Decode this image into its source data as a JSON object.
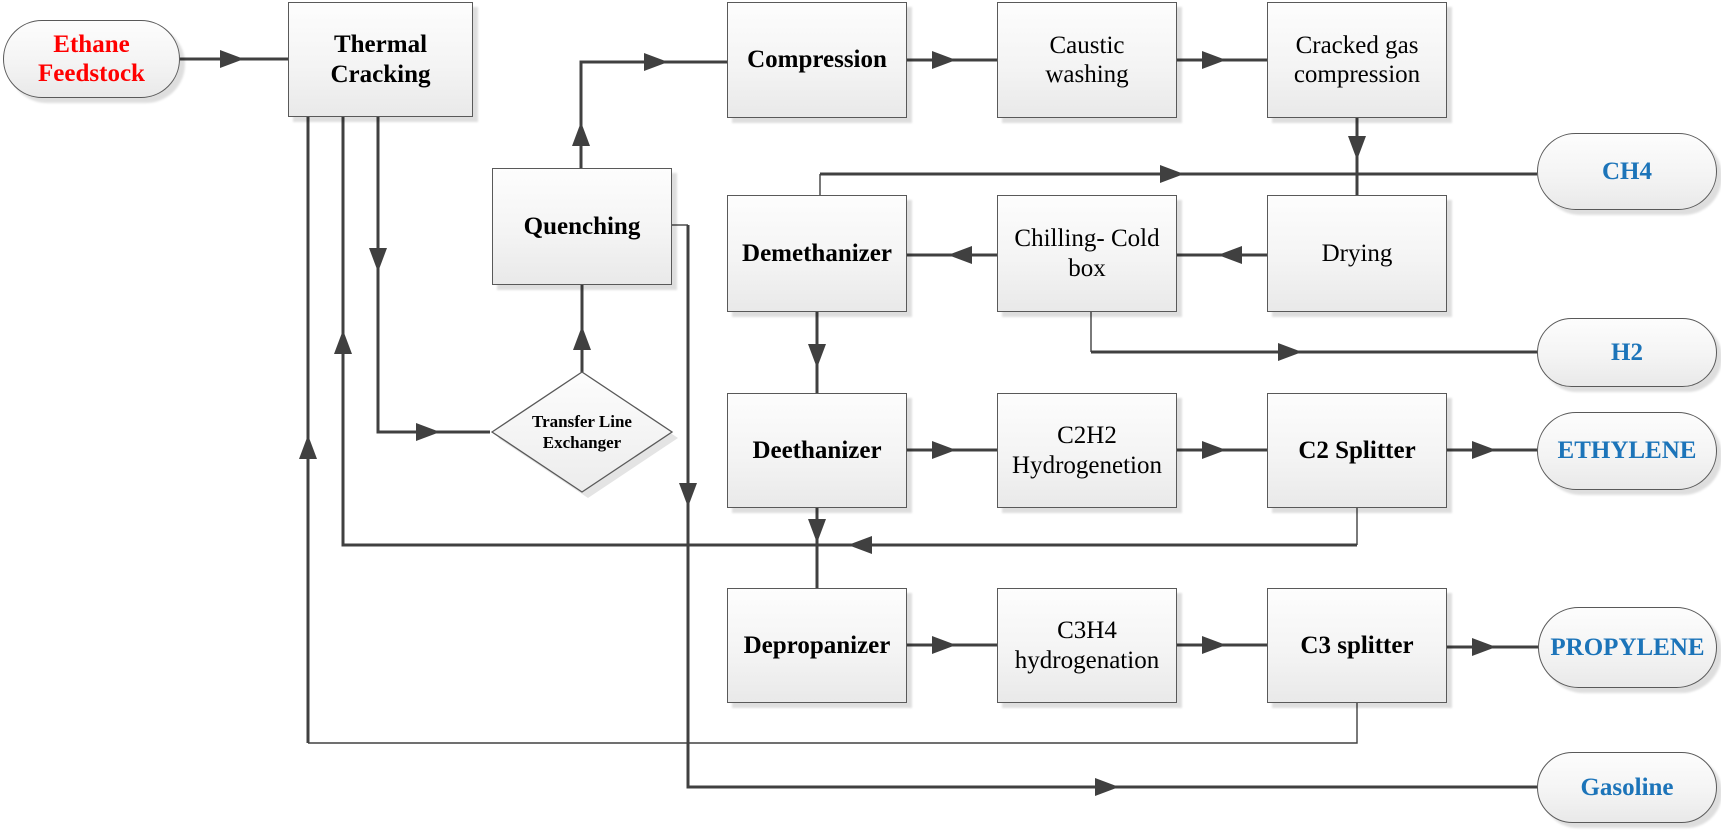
{
  "colors": {
    "line": "#404040",
    "box_border": "#595959",
    "label": "#000000",
    "feed_text": "#FF0000",
    "product_text": "#1C74B9"
  },
  "diagram": {
    "nodes": {
      "ethane_feedstock": {
        "label": "Ethane Feedstock",
        "shape": "terminator"
      },
      "thermal_cracking": {
        "label": "Thermal Cracking",
        "shape": "process"
      },
      "compression": {
        "label": "Compression",
        "shape": "process"
      },
      "caustic_washing": {
        "label": "Caustic washing",
        "shape": "process"
      },
      "cracked_gas_compression": {
        "label": "Cracked gas compression",
        "shape": "process"
      },
      "quenching": {
        "label": "Quenching",
        "shape": "process"
      },
      "demethanizer": {
        "label": "Demethanizer",
        "shape": "process"
      },
      "chilling_cold_box": {
        "label": "Chilling- Cold box",
        "shape": "process"
      },
      "drying": {
        "label": "Drying",
        "shape": "process"
      },
      "deethanizer": {
        "label": "Deethanizer",
        "shape": "process"
      },
      "c2h2_hydrogenation": {
        "label": "C2H2 Hydrogenetion",
        "shape": "process"
      },
      "c2_splitter": {
        "label": "C2 Splitter",
        "shape": "process"
      },
      "depropanizer": {
        "label": "Depropanizer",
        "shape": "process"
      },
      "c3h4_hydrogenation": {
        "label": "C3H4 hydrogenation",
        "shape": "process"
      },
      "c3_splitter": {
        "label": "C3 splitter",
        "shape": "process"
      },
      "transfer_line_exchanger": {
        "label": "Transfer Line Exchanger",
        "shape": "decision"
      },
      "ch4": {
        "label": "CH4",
        "shape": "terminator"
      },
      "h2": {
        "label": "H2",
        "shape": "terminator"
      },
      "ethylene": {
        "label": "ETHYLENE",
        "shape": "terminator"
      },
      "propylene": {
        "label": "PROPYLENE",
        "shape": "terminator"
      },
      "gasoline": {
        "label": "Gasoline",
        "shape": "terminator"
      }
    },
    "edges": [
      {
        "from": "ethane_feedstock",
        "to": "thermal_cracking"
      },
      {
        "from": "thermal_cracking",
        "to": "transfer_line_exchanger"
      },
      {
        "from": "transfer_line_exchanger",
        "to": "quenching"
      },
      {
        "from": "quenching",
        "to": "compression"
      },
      {
        "from": "compression",
        "to": "caustic_washing"
      },
      {
        "from": "caustic_washing",
        "to": "cracked_gas_compression"
      },
      {
        "from": "cracked_gas_compression",
        "to": "drying"
      },
      {
        "from": "drying",
        "to": "chilling_cold_box"
      },
      {
        "from": "chilling_cold_box",
        "to": "demethanizer"
      },
      {
        "from": "demethanizer",
        "to": "ch4"
      },
      {
        "from": "chilling_cold_box",
        "to": "h2"
      },
      {
        "from": "demethanizer",
        "to": "deethanizer"
      },
      {
        "from": "deethanizer",
        "to": "c2h2_hydrogenation"
      },
      {
        "from": "c2h2_hydrogenation",
        "to": "c2_splitter"
      },
      {
        "from": "c2_splitter",
        "to": "ethylene"
      },
      {
        "from": "c2_splitter",
        "to": "thermal_cracking"
      },
      {
        "from": "deethanizer",
        "to": "depropanizer"
      },
      {
        "from": "depropanizer",
        "to": "c3h4_hydrogenation"
      },
      {
        "from": "c3h4_hydrogenation",
        "to": "c3_splitter"
      },
      {
        "from": "c3_splitter",
        "to": "propylene"
      },
      {
        "from": "c3_splitter",
        "to": "thermal_cracking"
      },
      {
        "from": "quenching",
        "to": "gasoline"
      }
    ]
  }
}
